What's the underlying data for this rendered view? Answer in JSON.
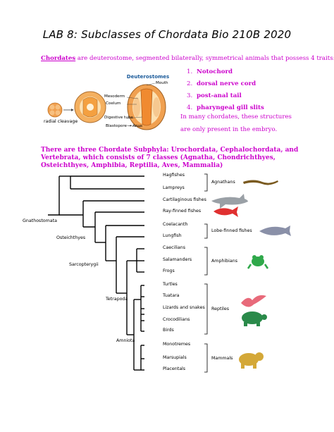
{
  "title": "LAB 8: Subclasses of Chordata        Bio 210B 2020",
  "intro": {
    "keyword": "Chordates",
    "text": " are deuterostome, segmented bilaterally, symmetrical animals that possess 4 traits:"
  },
  "traits": [
    {
      "num": "1.",
      "label": "Notochord"
    },
    {
      "num": "2.",
      "label": "dorsal nerve cord"
    },
    {
      "num": "3.",
      "label": "post-anal tail"
    },
    {
      "num": "4.",
      "label": "pharyngeal gill slits"
    }
  ],
  "note": "In many chordates, these structures are only present in the embryo.",
  "subphyla_text": "There are three Chordate Subphyla: Urochordata, Cephalochordata, and Vertebrata, which consists of 7 classes (Agnatha, Chondrichthyes, Osteichthyes, Amphibia, Reptilia, Aves, Mammalia)",
  "embryo": {
    "heading": "Deuterostomes",
    "cleavage": "radial cleavage",
    "mouth": "Mouth",
    "mesoderm": "Mesoderm",
    "coelum": "Coelum",
    "digestive": "Digestive tube",
    "blastopore": "Blastopore",
    "anus": "Anus"
  },
  "tree": {
    "taxa": [
      "Hagfishes",
      "Lampreys",
      "Cartilaginous fishes",
      "Ray-finned fishes",
      "Coelacanth",
      "Lungfish",
      "Caecilians",
      "Salamanders",
      "Frogs",
      "Turtles",
      "Tuatara",
      "Lizards and snakes",
      "Crocodilians",
      "Birds",
      "Monotremes",
      "Marsupials",
      "Placentals"
    ],
    "nodes": {
      "gnathostomata": "Gnathostomata",
      "osteichthyes": "Osteichthyes",
      "sarcopterygii": "Sarcopterygii",
      "tetrapoda": "Tetrapoda",
      "amniota": "Amniota"
    },
    "groups": {
      "agnathans": "Agnathans",
      "lobe_finned": "Lobe-finned fishes",
      "amphibians": "Amphibians",
      "reptiles": "Reptiles",
      "mammals": "Mammals"
    }
  },
  "colors": {
    "magenta": "#cc00cc",
    "eel": "#8a6a2a",
    "shark": "#9aa0a6",
    "redfish": "#e03030",
    "coelacanth": "#8a90a8",
    "frog": "#2fa84a",
    "bird": "#e86a7a",
    "turtle": "#2a8a4a",
    "bear": "#d4a838"
  }
}
